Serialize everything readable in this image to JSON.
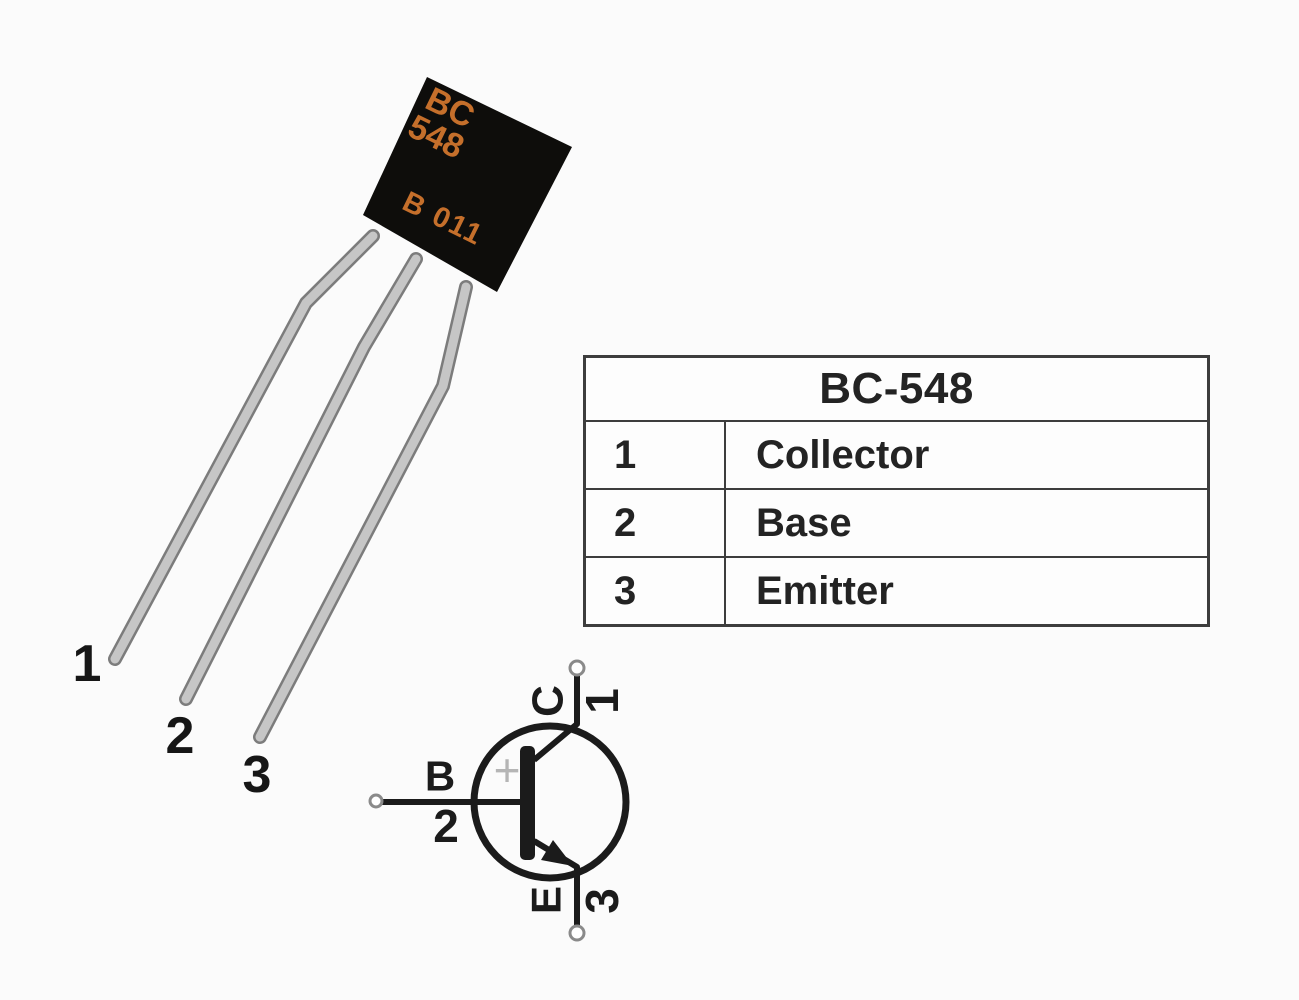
{
  "package": {
    "marking_line1": "BC",
    "marking_line2": "548",
    "batch_code": "B 011",
    "lead_labels": [
      "1",
      "2",
      "3"
    ],
    "body_color": "#0e0d0b",
    "marking_color": "#c56f2b",
    "lead_fill": "#c6c6c6",
    "lead_outline": "#7c7c7c"
  },
  "pinout_table": {
    "title": "BC-548",
    "rows": [
      {
        "pin": "1",
        "name": "Collector"
      },
      {
        "pin": "2",
        "name": "Base"
      },
      {
        "pin": "3",
        "name": "Emitter"
      }
    ],
    "border_color": "#3d3d3d",
    "text_color": "#232323"
  },
  "symbol": {
    "collector": {
      "letter": "C",
      "pin": "1"
    },
    "base": {
      "letter": "B",
      "pin": "2"
    },
    "emitter": {
      "letter": "E",
      "pin": "3"
    },
    "plus_mark": "+",
    "stroke_color": "#1b1b1b",
    "plus_color": "#b5b5b5"
  }
}
